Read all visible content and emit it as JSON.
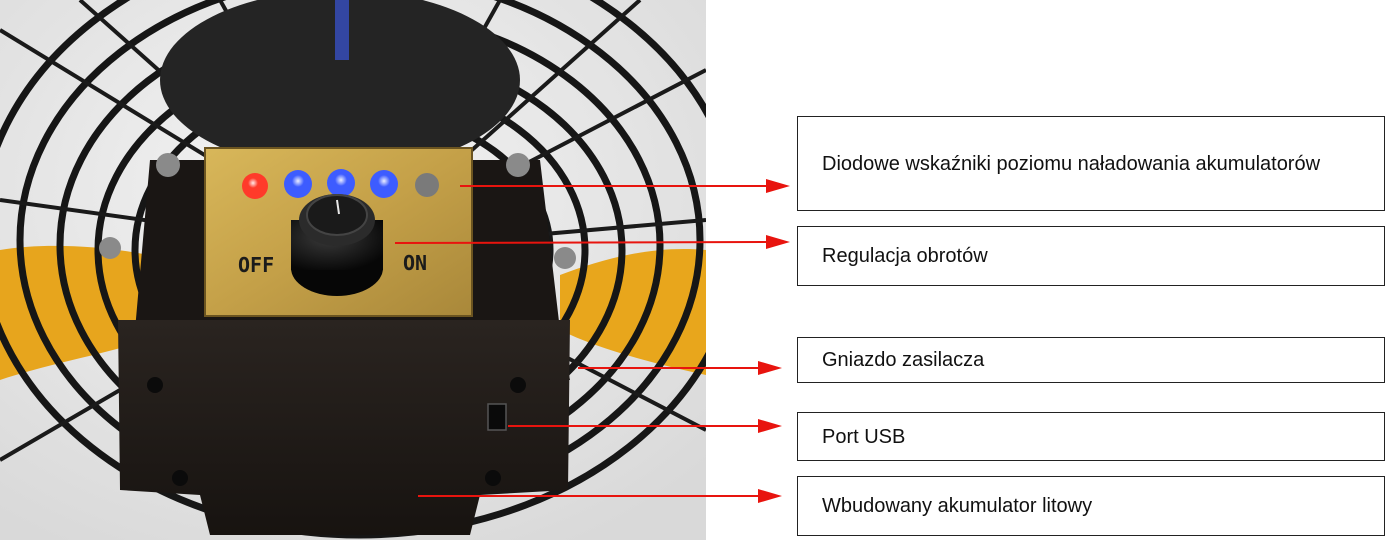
{
  "photo": {
    "switch_off_label": "OFF",
    "switch_on_label": "ON",
    "led_colors": [
      "#ff3a2a",
      "#3d5cff",
      "#3d5cff",
      "#3d5cff",
      "#7a7a7a"
    ]
  },
  "callouts": [
    {
      "label": "Diodowe wskaźniki poziomu naładowania akumulatorów"
    },
    {
      "label": "Regulacja obrotów"
    },
    {
      "label": "Gniazdo zasilacza"
    },
    {
      "label": "Port USB"
    },
    {
      "label": "Wbudowany akumulator litowy"
    }
  ],
  "colors": {
    "arrow": "#e8140e",
    "panel": "#c9a64a",
    "housing": "#1c1815"
  }
}
